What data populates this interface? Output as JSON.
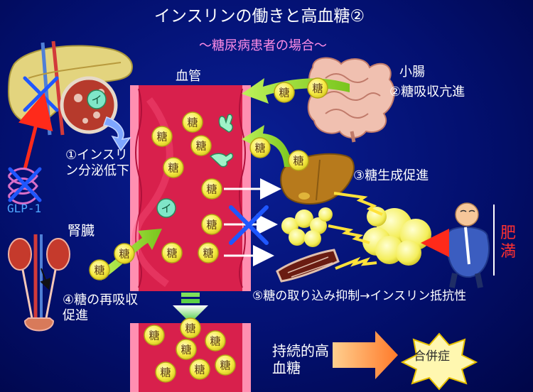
{
  "title": "インスリンの働きと高血糖②",
  "subtitle": "～糖尿病患者の場合～",
  "vessel_label": "血管",
  "intestine": {
    "label": "小腸",
    "effect": "②糖吸収亢進"
  },
  "pancreas": {
    "effect": "①インスリン分泌低下"
  },
  "incretin": {
    "label": "GLP-1"
  },
  "liver": {
    "effect": "③糖生成促進"
  },
  "kidney": {
    "label": "腎臓",
    "effect": "④糖の再吸収促進"
  },
  "obesity": {
    "label": "肥満"
  },
  "muscle_fat": {
    "effect": "⑤糖の取り込み抑制→インスリン抵抗性"
  },
  "outcome": {
    "state": "持続的高血糖",
    "complication": "合併症"
  },
  "tokens": {
    "sugar": "糖",
    "insulin": "イ"
  },
  "colors": {
    "background": "#031070",
    "vessel": "#d8204c",
    "sugar_token": "#f7ec46",
    "green_arrow": "#a8e63a",
    "block_x": "#1f57ff",
    "obesity_text": "#ff3030",
    "subtitle": "#ff8ce6"
  }
}
